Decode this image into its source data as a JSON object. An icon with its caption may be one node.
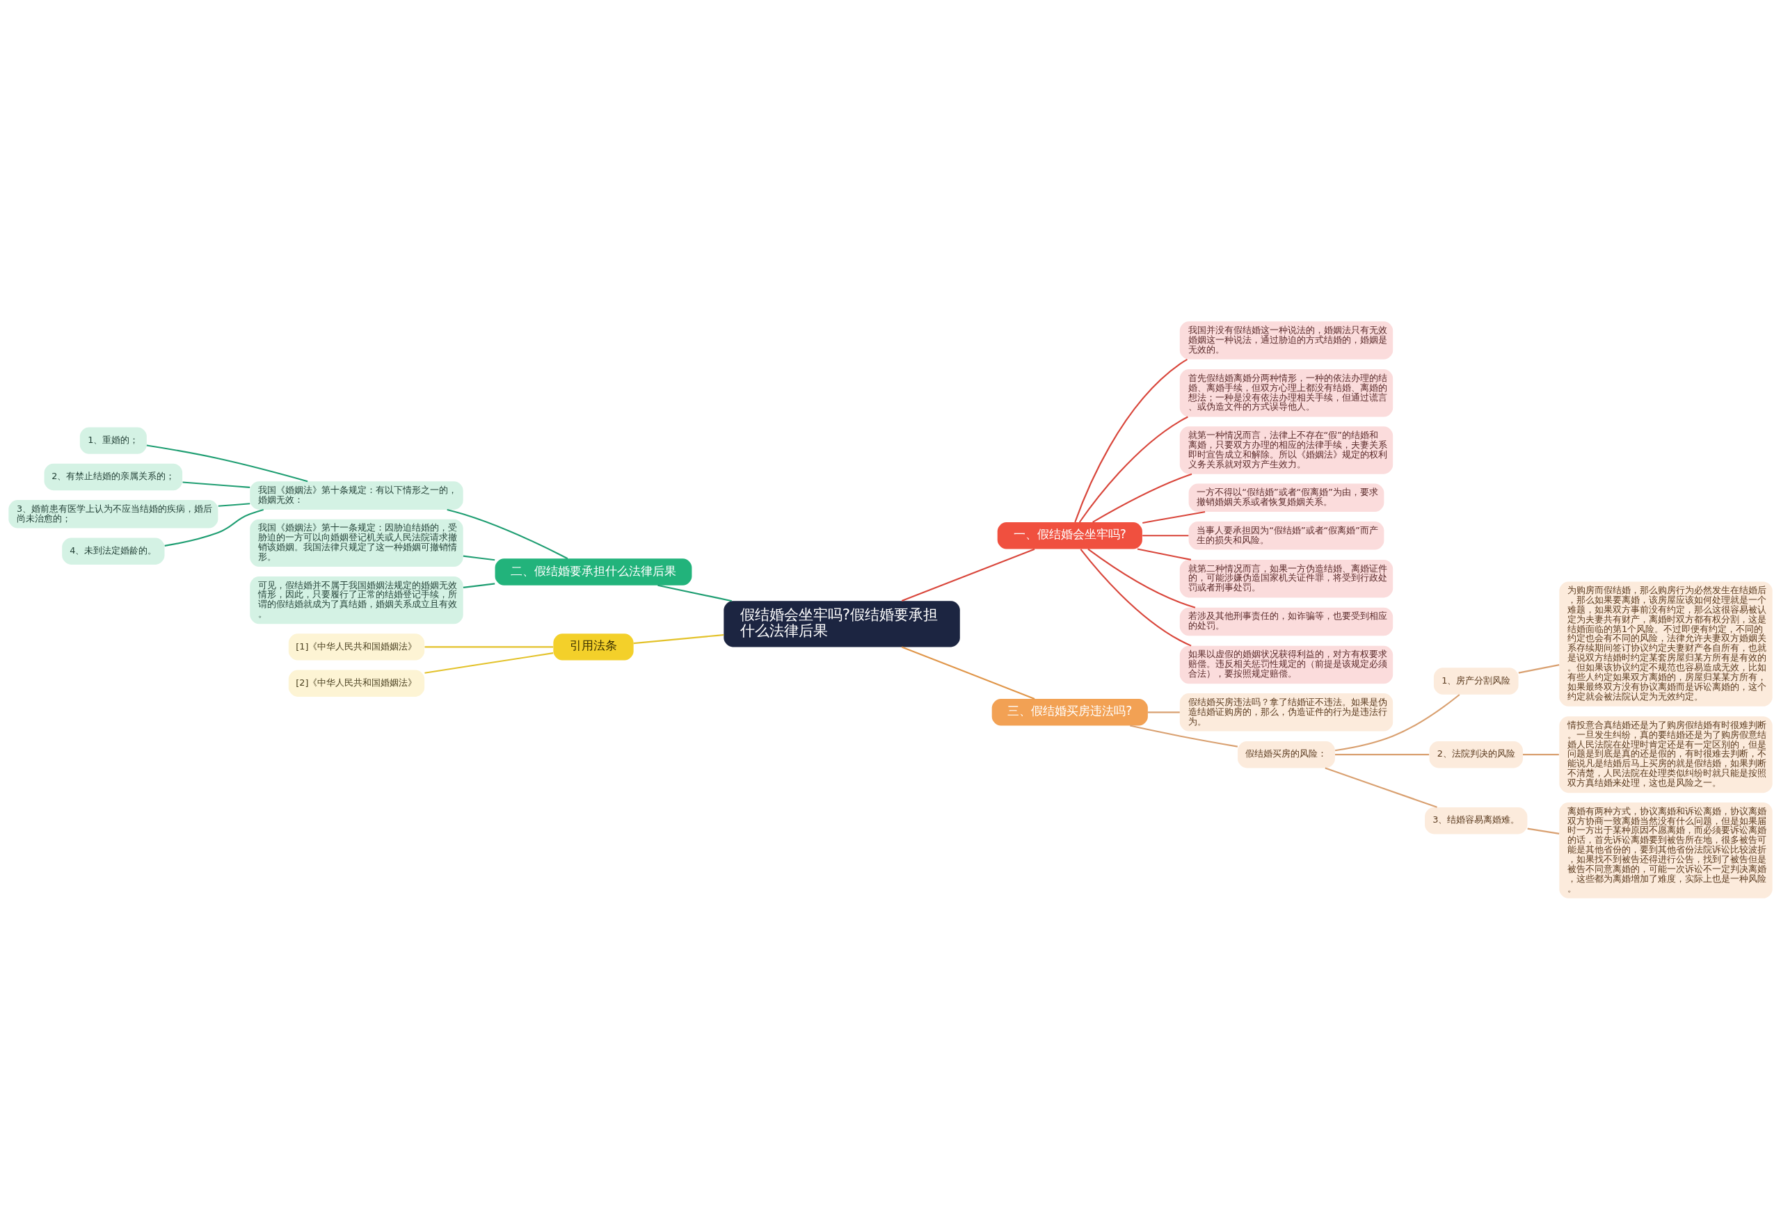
{
  "diagram": {
    "nodes": [
      {
        "text": [
          "假结婚会坐牢吗?假结婚要承担什么法律后果"
        ]
      },
      {
        "text": [
          "一、假结婚会坐牢吗?"
        ]
      },
      {
        "text": [
          "我国并没有假结婚这一种说法的，婚姻法只有无效婚姻这一种说法，通过胁迫的方式结婚的，婚姻是无效的。"
        ]
      },
      {
        "text": [
          "首先假结婚离婚分两种情形，一种的依法办理的结婚、离婚手续，但双方心理上都没有结婚、离婚的想法；一种是没有依法办理相关手续，但通过谎言、或伪造文件的方式误导他人。"
        ]
      },
      {
        "text": [
          "就第一种情况而言，法律上不存在“假”的结婚和离婚，只要双方办理的相应的法律手续，夫妻关系即时宣告成立和解除。所以《婚姻法》规定的权利义务关系就对双方产生效力。"
        ]
      },
      {
        "text": [
          "一方不得以“假结婚”或者“假离婚”为由，要求撤销婚姻关系或者恢复婚姻关系。"
        ]
      },
      {
        "text": [
          "当事人要承担因为“假结婚”或者“假离婚”而产生的损失和风险。"
        ]
      },
      {
        "text": [
          "就第二种情况而言，如果一方伪造结婚、离婚证件的，可能涉嫌伪造国家机关证件罪，将受到行政处罚或者刑事处罚。"
        ]
      },
      {
        "text": [
          "若涉及其他刑事责任的，如诈骗等，也要受到相应的处罚。"
        ]
      },
      {
        "text": [
          "如果以虚假的婚姻状况获得利益的，对方有权要求赔偿。违反相关惩罚性规定的（前提是该规定必须合法），要按照规定赔偿。"
        ]
      },
      {
        "text": [
          "二、假结婚要承担什么法律后果"
        ]
      },
      {
        "text": [
          "我国《婚姻法》第十条规定：有以下情形之一的，婚姻无效："
        ]
      },
      {
        "text": [
          "1、重婚的；"
        ]
      },
      {
        "text": [
          "2、有禁止结婚的亲属关系的；"
        ]
      },
      {
        "text": [
          "3、婚前患有医学上认为不应当结婚的疾病，婚后尚未治愈的；"
        ]
      },
      {
        "text": [
          "4、未到法定婚龄的。"
        ]
      },
      {
        "text": [
          "我国《婚姻法》第十一条规定：因胁迫结婚的，受胁迫的一方可以向婚姻登记机关或人民法院请求撤销该婚姻。我国法律只规定了这一种婚姻可撤销情形。"
        ]
      },
      {
        "text": [
          "可见，假结婚并不属于我国婚姻法规定的婚姻无效情形，因此，只要履行了正常的结婚登记手续，所谓的假结婚就成为了真结婚，婚姻关系成立且有效。"
        ]
      },
      {
        "text": [
          "引用法条"
        ]
      },
      {
        "text": [
          "[1]《中华人民共和国婚姻法》"
        ]
      },
      {
        "text": [
          "[2]《中华人民共和国婚姻法》"
        ]
      },
      {
        "text": [
          "三、假结婚买房违法吗?"
        ]
      },
      {
        "text": [
          "假结婚买房违法吗？拿了结婚证不违法。如果是伪造结婚证购房的，那么，伪造证件的行为是违法行为。"
        ]
      },
      {
        "text": [
          "假结婚买房的风险："
        ]
      },
      {
        "text": [
          "1、房产分割风险"
        ]
      },
      {
        "text": [
          "为购房而假结婚，那么购房行为必然发生在结婚后，那么如果要离婚，该房屋应该如何处理就是一个难题，如果双方事前没有约定，那么这很容易被认定为夫妻共有财产，离婚时双方都有权分割，这是结婚面临的第1个风险。不过即便有约定，不同的约定也会有不同的风险，法律允许夫妻双方婚姻关系存续期间签订协议约定夫妻财产各自所有，也就是说双方结婚时约定某套房屋归某方所有是有效的。但如果该协议约定不规范也容易造成无效，比如有些人约定如果双方离婚的，房屋归某某方所有，如果最终双方没有协议离婚而是诉讼离婚的，这个约定就会被法院认定为无效约定。"
        ]
      },
      {
        "text": [
          "2、法院判决的风险"
        ]
      },
      {
        "text": [
          "情投意合真结婚还是为了购房假结婚有时很难判断。一旦发生纠纷，真的要结婚还是为了购房假意结婚人民法院在处理时肯定还是有一定区别的，但是问题是到底是真的还是假的，有时很难去判断，不能说凡是结婚后马上买房的就是假结婚，如果判断不清楚，人民法院在处理类似纠纷时就只能是按照双方真结婚来处理，这也是风险之一。"
        ]
      },
      {
        "text": [
          "3、结婚容易离婚难。"
        ]
      },
      {
        "text": [
          "离婚有两种方式，协议离婚和诉讼离婚，协议离婚双方协商一致离婚当然没有什么问题，但是如果届时一方出于某种原因不愿离婚，而必须要诉讼离婚的话，首先诉讼离婚要到被告所在地，很多被告可能是其他省份的，要到其他省份法院诉讼比较波折，如果找不到被告还得进行公告，找到了被告但是被告不同意离婚的，可能一次诉讼不一定判决离婚，这些都为离婚增加了难度，实际上也是一种风险。"
        ]
      }
    ],
    "edges": [
      {
        "from": 0,
        "to": 1,
        "arrow": "none",
        "color": "#d9463b"
      },
      {
        "from": 1,
        "to": 2,
        "arrow": "none",
        "color": "#d9463b"
      },
      {
        "from": 1,
        "to": 3,
        "arrow": "none",
        "color": "#d9463b"
      },
      {
        "from": 1,
        "to": 4,
        "arrow": "none",
        "color": "#d9463b"
      },
      {
        "from": 1,
        "to": 5,
        "arrow": "none",
        "color": "#d9463b"
      },
      {
        "from": 1,
        "to": 6,
        "arrow": "none",
        "color": "#d9463b"
      },
      {
        "from": 1,
        "to": 7,
        "arrow": "none",
        "color": "#d9463b"
      },
      {
        "from": 1,
        "to": 8,
        "arrow": "none",
        "color": "#d9463b"
      },
      {
        "from": 1,
        "to": 9,
        "arrow": "none",
        "color": "#d9463b"
      },
      {
        "from": 0,
        "to": 10,
        "arrow": "none",
        "color": "#1f9e72"
      },
      {
        "from": 10,
        "to": 11,
        "arrow": "none",
        "color": "#1f9e72"
      },
      {
        "from": 11,
        "to": 12,
        "arrow": "none",
        "color": "#1f9e72"
      },
      {
        "from": 11,
        "to": 13,
        "arrow": "none",
        "color": "#1f9e72"
      },
      {
        "from": 11,
        "to": 14,
        "arrow": "none",
        "color": "#1f9e72"
      },
      {
        "from": 11,
        "to": 15,
        "arrow": "none",
        "color": "#1f9e72"
      },
      {
        "from": 10,
        "to": 16,
        "arrow": "none",
        "color": "#1f9e72"
      },
      {
        "from": 10,
        "to": 17,
        "arrow": "none",
        "color": "#1f9e72"
      },
      {
        "from": 0,
        "to": 18,
        "arrow": "none",
        "color": "#e3c22a"
      },
      {
        "from": 18,
        "to": 19,
        "arrow": "none",
        "color": "#e3c22a"
      },
      {
        "from": 18,
        "to": 20,
        "arrow": "none",
        "color": "#e3c22a"
      },
      {
        "from": 0,
        "to": 21,
        "arrow": "none",
        "color": "#e0964a"
      },
      {
        "from": 21,
        "to": 22,
        "arrow": "none",
        "color": "#d9a070"
      },
      {
        "from": 21,
        "to": 23,
        "arrow": "none",
        "color": "#d9a070"
      },
      {
        "from": 23,
        "to": 24,
        "arrow": "none",
        "color": "#d9a070"
      },
      {
        "from": 24,
        "to": 25,
        "arrow": "none",
        "color": "#d9a070"
      },
      {
        "from": 23,
        "to": 26,
        "arrow": "none",
        "color": "#d9a070"
      },
      {
        "from": 26,
        "to": 27,
        "arrow": "none",
        "color": "#d9a070"
      },
      {
        "from": 23,
        "to": 28,
        "arrow": "none",
        "color": "#d9a070"
      },
      {
        "from": 28,
        "to": 29,
        "arrow": "none",
        "color": "#d9a070"
      }
    ]
  }
}
